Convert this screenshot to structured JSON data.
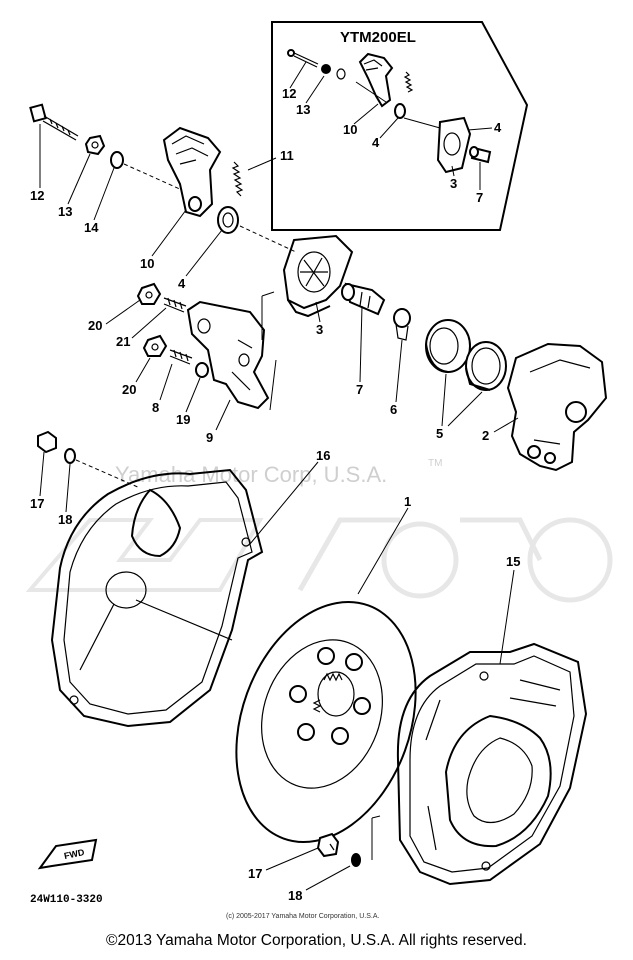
{
  "inset": {
    "title": "YTM200EL"
  },
  "watermark": {
    "text": "Yamaha Motor Corp, U.S.A.",
    "tm": "TM"
  },
  "diagram_code": "24W110-3320",
  "fwd_label": "FWD",
  "small_copyright": "(c) 2005-2017 Yamaha Motor Corporation, U.S.A.",
  "footer_copyright": "©2013 Yamaha Motor Corporation, U.S.A. All rights reserved.",
  "callouts": {
    "inset_12": "12",
    "inset_13": "13",
    "inset_10": "10",
    "inset_4a": "4",
    "inset_4b": "4",
    "inset_3": "3",
    "inset_7": "7",
    "p11": "11",
    "p12": "12",
    "p13": "13",
    "p14": "14",
    "p10": "10",
    "p4": "4",
    "p3": "3",
    "p7": "7",
    "p6": "6",
    "p5": "5",
    "p2": "2",
    "p20a": "20",
    "p21": "21",
    "p20b": "20",
    "p8": "8",
    "p19": "19",
    "p9": "9",
    "p16": "16",
    "p1": "1",
    "p15": "15",
    "p17a": "17",
    "p18a": "18",
    "p17b": "17",
    "p18b": "18"
  }
}
